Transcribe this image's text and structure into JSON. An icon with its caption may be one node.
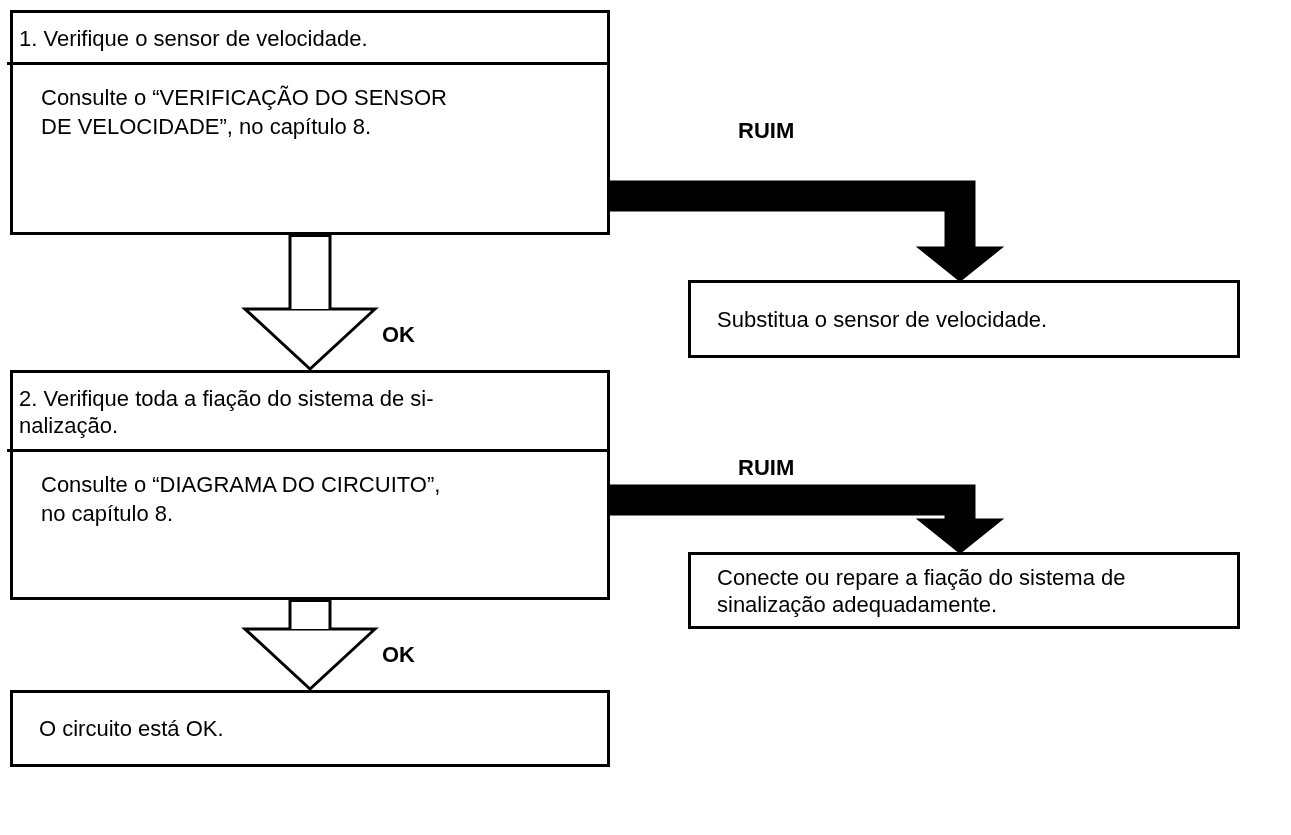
{
  "diagram": {
    "nodes": [
      {
        "text": [
          "1. Verifique o sensor de velocidade.",
          "Consulte o “VERIFICAÇÃO DO SENSOR DE VELOCIDADE”, no capítulo 8."
        ]
      },
      {
        "text": [
          "Substitua o sensor de velocidade."
        ]
      },
      {
        "text": [
          "2.  Verifique toda a fiação do sistema de si- nalização.",
          "Consulte o “DIAGRAMA DO CIRCUITO”, no capítulo 8."
        ]
      },
      {
        "text": [
          "Conecte ou repare a fiação do sistema de sinalização adequadamente."
        ]
      },
      {
        "text": [
          "O circuito está OK."
        ]
      }
    ],
    "edges": [
      {
        "from": 0,
        "to": 2,
        "arrow": "to",
        "label": "OK"
      },
      {
        "from": 0,
        "to": 1,
        "arrow": "to",
        "label": "RUIM",
        "style": "thick"
      },
      {
        "from": 2,
        "to": 4,
        "arrow": "to",
        "label": "OK"
      },
      {
        "from": 2,
        "to": 3,
        "arrow": "to",
        "label": "RUIM",
        "style": "thick"
      }
    ]
  }
}
